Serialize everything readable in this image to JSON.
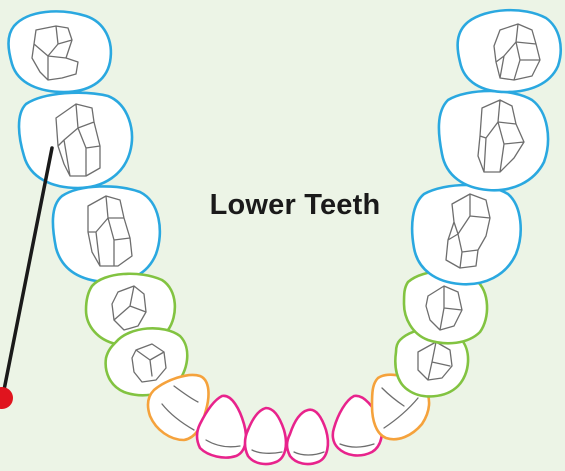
{
  "title": "Lower Teeth",
  "colors": {
    "background": "#ecf4e6",
    "molar": "#2aa8e0",
    "premolar": "#82c341",
    "canine": "#f5a23c",
    "incisor": "#e8238c",
    "pointer_line": "#1a1a1a",
    "pointer_marker": "#e0141e",
    "fissure": "#6e6e6e"
  },
  "tooth_groups": [
    "molar",
    "premolar",
    "canine",
    "incisor"
  ]
}
